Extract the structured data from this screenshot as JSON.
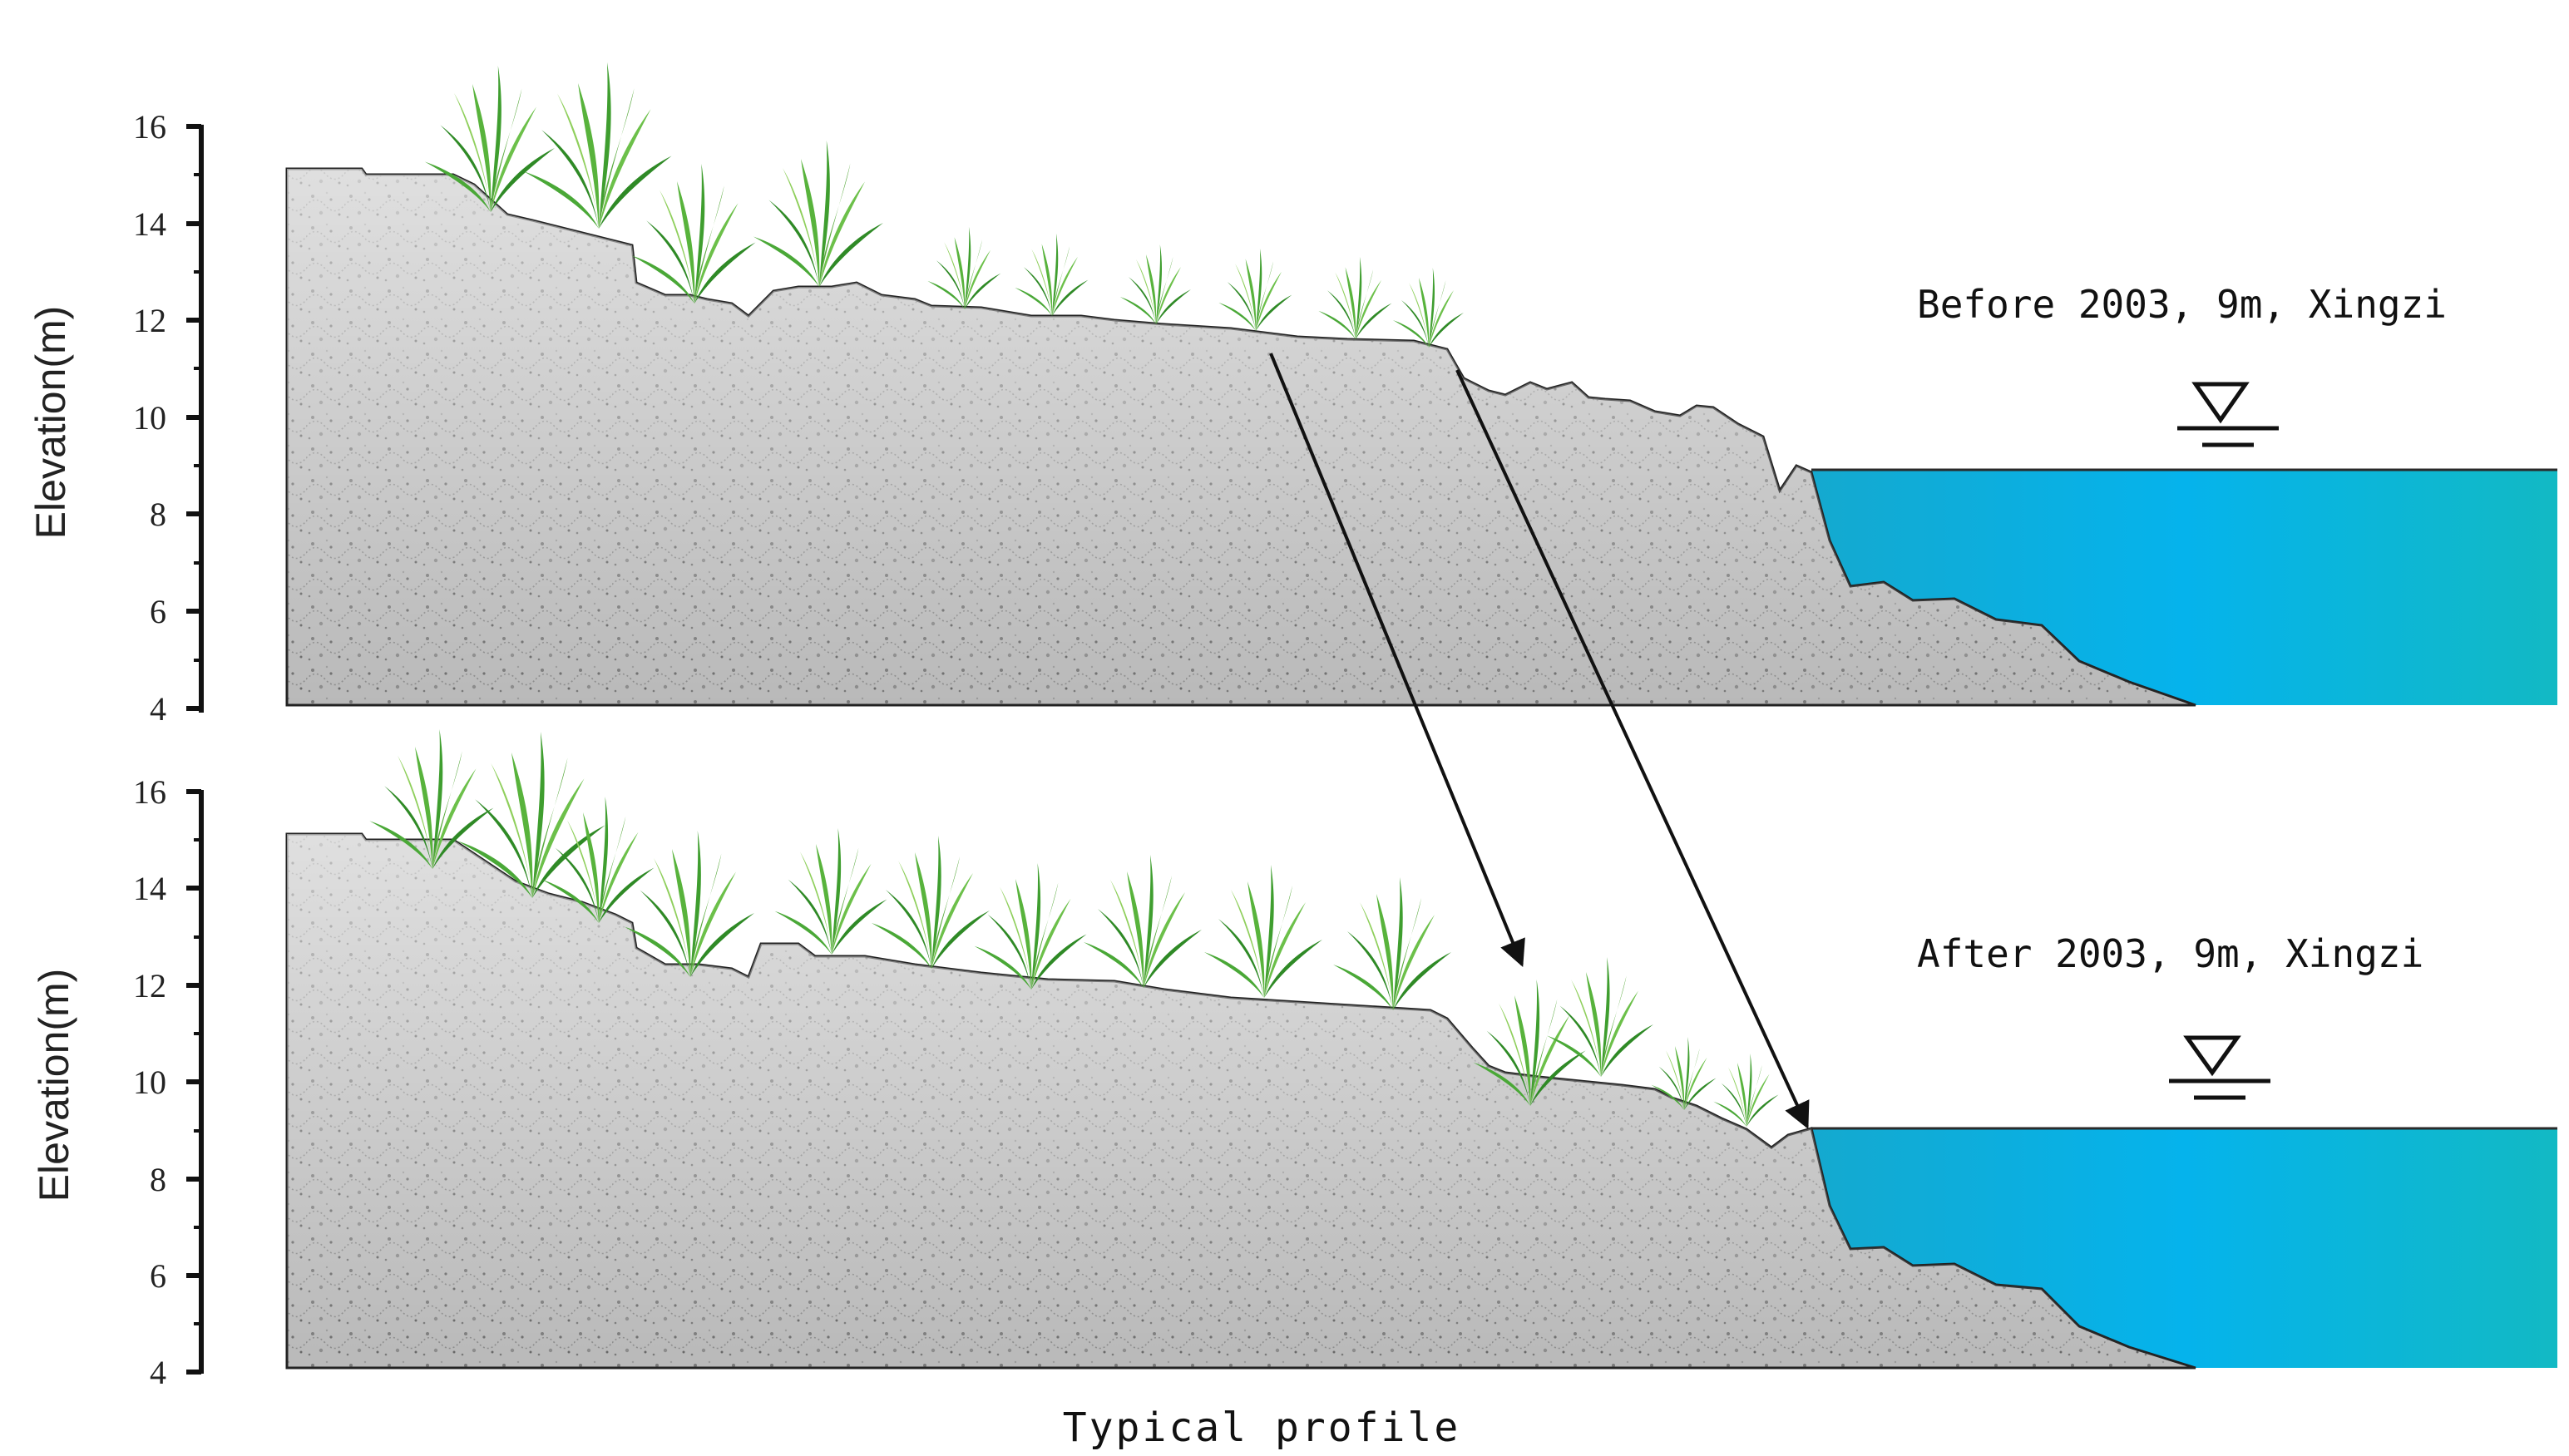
{
  "axis": {
    "y_title": "Elevation(m)",
    "ticks": [
      "16",
      "14",
      "12",
      "10",
      "8",
      "6",
      "4"
    ]
  },
  "panels": [
    {
      "label": "Before 2003, 9m, Xingzi"
    },
    {
      "label": "After 2003, 9m, Xingzi"
    }
  ],
  "x_caption": "Typical profile",
  "colors": {
    "soil": "#b9b9b9",
    "soil_edge": "#222222",
    "water_left": "#14a9cf",
    "water_mid": "#05b3ec",
    "water_right": "#12b9c4",
    "grass": "#3d9a2e",
    "arrow": "#111111"
  },
  "icons": [
    "water-level-symbol",
    "grass-tuft"
  ]
}
